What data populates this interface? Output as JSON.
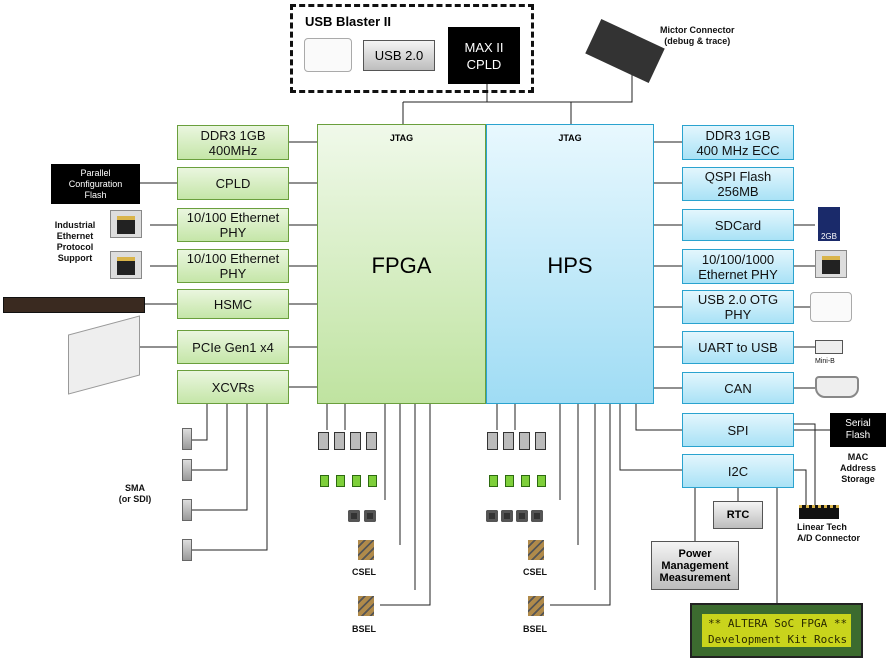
{
  "usb_blaster": {
    "title": "USB Blaster II",
    "usb": "USB 2.0",
    "cpld": "MAX II\nCPLD"
  },
  "mictor": {
    "label": "Mictor Connector\n(debug & trace)"
  },
  "fpga": {
    "label": "FPGA",
    "jtag": "JTAG"
  },
  "hps": {
    "label": "HPS",
    "jtag": "JTAG"
  },
  "left_blocks": [
    "DDR3 1GB\n400MHz",
    "CPLD",
    "10/100 Ethernet\nPHY",
    "10/100 Ethernet\nPHY",
    "HSMC",
    "PCIe Gen1 x4",
    "XCVRs"
  ],
  "right_blocks": [
    "DDR3 1GB\n400 MHz ECC",
    "QSPI Flash\n256MB",
    "SDCard",
    "10/100/1000\nEthernet PHY",
    "USB 2.0 OTG\nPHY",
    "UART to USB",
    "CAN",
    "SPI",
    "I2C"
  ],
  "labels": {
    "parallel_flash": "Parallel\nConfiguration\nFlash",
    "industrial_ethernet": "Industrial\nEthernet\nProtocol\nSupport",
    "sma": "SMA\n(or SDI)",
    "csel": "CSEL",
    "bsel": "BSEL",
    "serial_flash": "Serial\nFlash",
    "mac_storage": "MAC\nAddress\nStorage",
    "linear_tech": "Linear Tech\nA/D Connector",
    "rtc": "RTC",
    "power": "Power\nManagement\nMeasurement",
    "mini_b": "Mini-B",
    "sdcard_size": "2GB"
  },
  "lcd": {
    "line1": "** ALTERA SoC FPGA **",
    "line2": "Development Kit Rocks"
  },
  "colors": {
    "fpga_green": "#c5e6a8",
    "hps_blue": "#a9e2f6"
  }
}
